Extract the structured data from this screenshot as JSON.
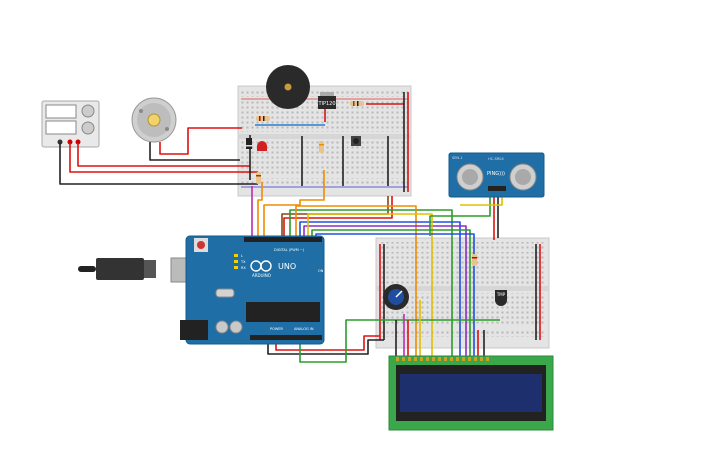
{
  "components": {
    "arduino": {
      "brand": "ARDUINO",
      "model": "UNO",
      "digital_label": "DIGITAL (PWM ~)",
      "power_label": "POWER",
      "analog_label": "ANALOG IN",
      "tx_label": "TX",
      "rx_label": "RX",
      "l_label": "L",
      "on_label": "ON"
    },
    "transistor": {
      "label": "TIP120"
    },
    "ultrasonic": {
      "model": "HC-SR04",
      "label": "PING)))",
      "left_tag": "SEN-1"
    },
    "lcd": {
      "text": ""
    },
    "temp_sensor": {
      "label": "TMP"
    },
    "power_supply": {
      "label": ""
    }
  },
  "colors": {
    "board": "#1f6fa6",
    "wire_red": "#d11",
    "wire_black": "#222",
    "wire_orange": "#f08c00",
    "wire_yellow": "#e0c000",
    "wire_green": "#2a9d2a",
    "wire_blue": "#2050e0",
    "wire_purple": "#8e2cc8",
    "wire_magenta": "#c02cb0",
    "wire_brown": "#8b4513",
    "lcd_screen": "#1e2f6e",
    "lcd_pcb": "#3aa84a"
  }
}
